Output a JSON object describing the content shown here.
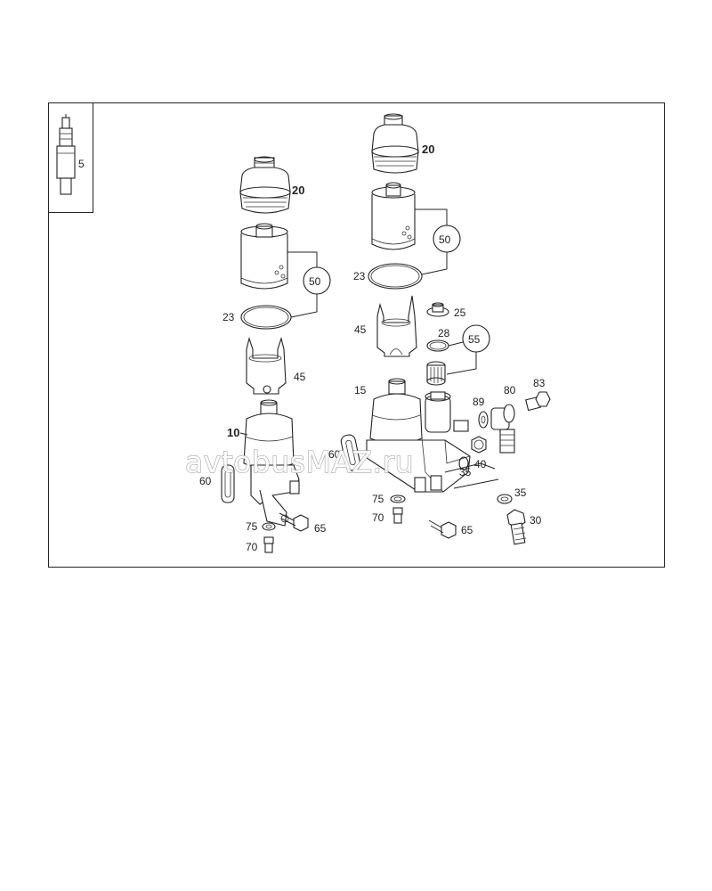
{
  "inset": {
    "callout": "5"
  },
  "left_assembly": {
    "cap": "20",
    "filter": "50",
    "seal": "23",
    "insert": "45",
    "housing": "10",
    "gasket": "60",
    "washer": "75",
    "bolt": "65",
    "plug": "70"
  },
  "right_assembly": {
    "cap": "20",
    "filter": "50",
    "seal": "23",
    "insert": "45",
    "valve": "25",
    "ring": "28",
    "strainer": "55",
    "housing": "15",
    "gasket": "60",
    "seal_89": "89",
    "elbow": "80",
    "banjo": "83",
    "plug_40": "40",
    "seal_35a": "35",
    "seal_35b": "35",
    "nipple": "30",
    "washer": "75",
    "plug": "70",
    "bolt": "65"
  },
  "watermark": "avtobusMAZ.ru"
}
